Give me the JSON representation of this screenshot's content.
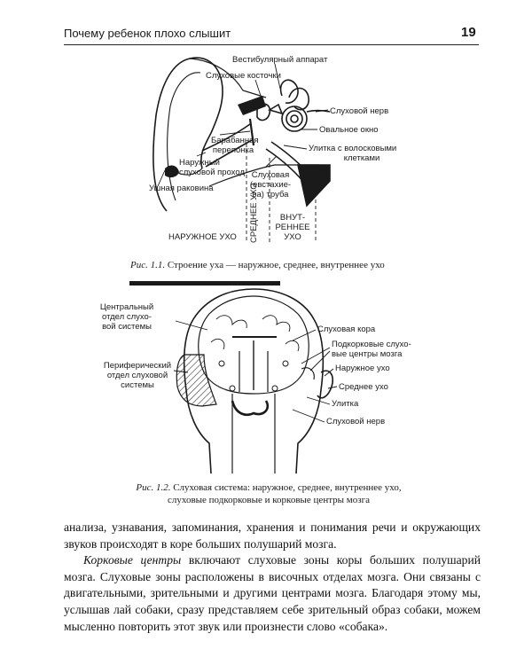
{
  "header": {
    "title": "Почему ребенок плохо слышит",
    "page_number": "19"
  },
  "figure1": {
    "labels": {
      "vestibular": "Вестибулярный аппарат",
      "ossicles": "Слуховые косточки",
      "auditory_nerve": "Слуховой нерв",
      "oval_window": "Овальное окно",
      "cochlea_1": "Улитка с волосковыми",
      "cochlea_2": "клетками",
      "eardrum_1": "Барабанная",
      "eardrum_2": "перепонка",
      "canal_1": "Наружный",
      "canal_2": "слуховой проход",
      "auricle": "Ушная раковина",
      "tube_1": "Слуховая",
      "tube_2": "(евстахие-",
      "tube_3": "ва) труба",
      "outer_ear": "НАРУЖНОЕ УХО",
      "middle_ear": "СРЕДНЕЕ УХО",
      "inner_ear_1": "ВНУТ-",
      "inner_ear_2": "РЕННЕЕ",
      "inner_ear_3": "УХО"
    },
    "caption_num": "Рис. 1.1.",
    "caption_text": " Строение уха — наружное, среднее, внутреннее ухо"
  },
  "figure2": {
    "labels": {
      "central_1": "Центральный",
      "central_2": "отдел слухо-",
      "central_3": "вой системы",
      "peripheral_1": "Периферический",
      "peripheral_2": "отдел слуховой",
      "peripheral_3": "системы",
      "cortex": "Слуховая кора",
      "subcortical_1": "Подкорковые слухо-",
      "subcortical_2": "вые центры мозга",
      "outer_ear": "Наружное ухо",
      "middle_ear": "Среднее ухо",
      "cochlea": "Улитка",
      "auditory_nerve": "Слуховой нерв"
    },
    "caption_num": "Рис. 1.2.",
    "caption_line1": " Слуховая система: наружное, среднее, внутреннее ухо,",
    "caption_line2": "слуховые подкорковые и корковые центры мозга"
  },
  "body": {
    "paragraph1": "анализа, узнавания, запоминания, хранения и понимания речи и окружающих звуков происходят в коре больших полушарий мозга.",
    "paragraph2_term": "Корковые центры",
    "paragraph2_rest": " включают слуховые зоны коры больших полушарий мозга. Слуховые зоны расположены в височных отделах мозга. Они связаны с двигательными, зрительными и другими центрами мозга. Благодаря этому мы, услышав лай собаки, сразу представляем себе зрительный образ собаки, можем мысленно повторить этот звук или произнести слово «собака»."
  }
}
